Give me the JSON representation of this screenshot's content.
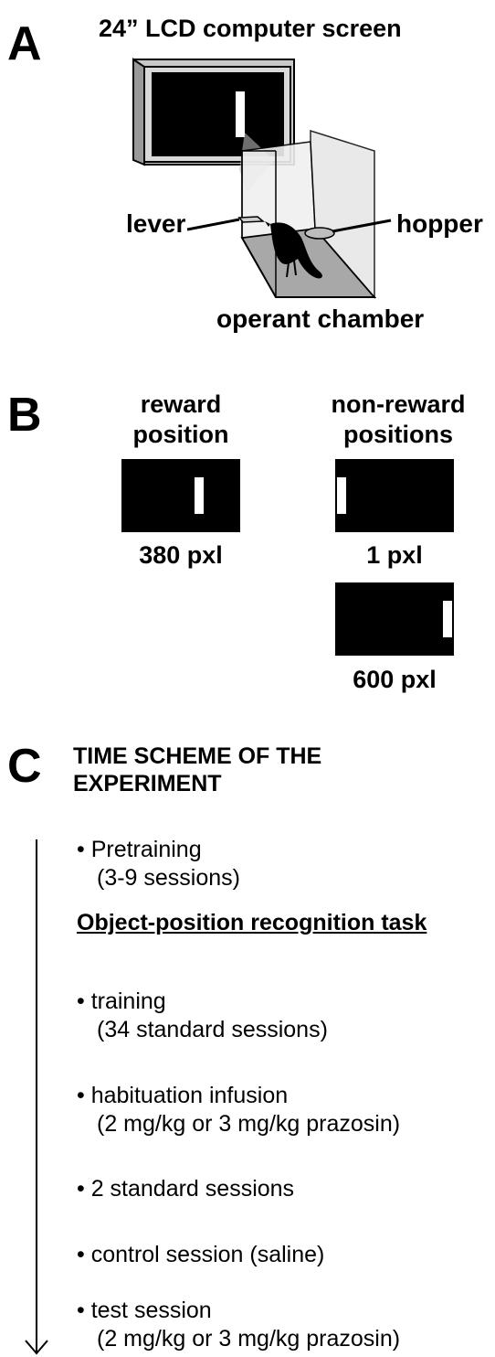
{
  "panel_a": {
    "letter": "A",
    "title": "24” LCD computer screen",
    "label_lever": "lever",
    "label_hopper": "hopper",
    "label_chamber": "operant chamber"
  },
  "panel_b": {
    "letter": "B",
    "reward_heading_1": "reward",
    "reward_heading_2": "position",
    "nonreward_heading_1": "non-reward",
    "nonreward_heading_2": "positions",
    "reward_label": "380 pxl",
    "nonreward_label_1": "1 pxl",
    "nonreward_label_2": "600 pxl"
  },
  "panel_c": {
    "letter": "C",
    "title_1": "TIME SCHEME OF THE",
    "title_2": "EXPERIMENT",
    "pretraining": "• Pretraining",
    "pretraining_sub": "(3-9 sessions)",
    "task_heading": "Object-position recognition task",
    "steps": [
      {
        "line": "• training",
        "sub": "(34 standard sessions)"
      },
      {
        "line": "• habituation infusion",
        "sub": "(2 mg/kg or 3 mg/kg prazosin)"
      },
      {
        "line": "• 2 standard sessions",
        "sub": ""
      },
      {
        "line": "• control session (saline)",
        "sub": ""
      },
      {
        "line": "• test session",
        "sub": "(2 mg/kg or 3 mg/kg prazosin)"
      }
    ]
  }
}
